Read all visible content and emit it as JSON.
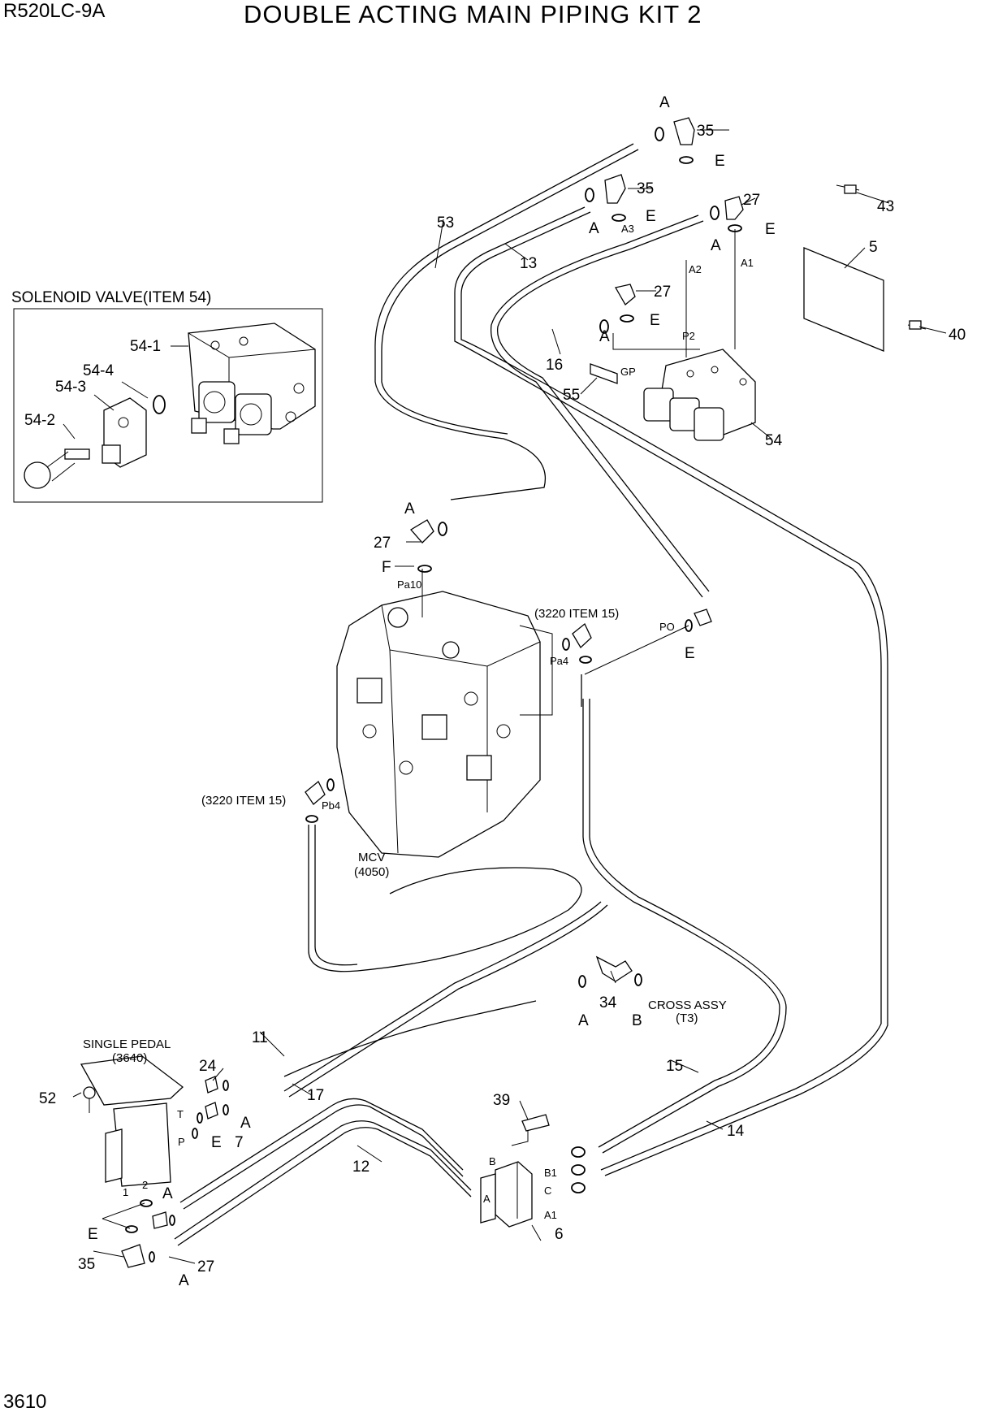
{
  "header": {
    "model": "R520LC-9A",
    "title": "DOUBLE ACTING MAIN PIPING KIT 2"
  },
  "footer": {
    "page_number": "3610"
  },
  "inset": {
    "title": "SOLENOID VALVE(ITEM 54)",
    "callouts": [
      "54-1",
      "54-4",
      "54-3",
      "54-2"
    ]
  },
  "components": {
    "mcv": {
      "name": "MCV",
      "code": "(4050)"
    },
    "single_pedal": {
      "name": "SINGLE PEDAL",
      "code": "(3640)"
    },
    "cross_assy": {
      "name": "CROSS ASSY",
      "code": "(T3)"
    },
    "ref_3220_top": "(3220 ITEM 15)",
    "ref_3220_left": "(3220 ITEM 15)"
  },
  "part_callouts": {
    "p35_top": "35",
    "p35_mid": "35",
    "p35_bot": "35",
    "p27_top": "27",
    "p27_mid": "27",
    "p27_valve": "27",
    "p27_bot": "27",
    "p43": "43",
    "p5": "5",
    "p40": "40",
    "p54": "54",
    "p55": "55",
    "p53": "53",
    "p13": "13",
    "p16": "16",
    "p11": "11",
    "p17": "17",
    "p24": "24",
    "p7": "7",
    "p52": "52",
    "p12": "12",
    "p39": "39",
    "p6": "6",
    "p34": "34",
    "p15": "15",
    "p14": "14"
  },
  "letter_callouts": {
    "A": "A",
    "E": "E",
    "F": "F",
    "B": "B"
  },
  "port_labels": {
    "A3": "A3",
    "A2": "A2",
    "A1": "A1",
    "P2": "P2",
    "GP": "GP",
    "Pa10": "Pa10",
    "Pa4": "Pa4",
    "PO": "PO",
    "Pb4": "Pb4",
    "T": "T",
    "P": "P",
    "one": "1",
    "two": "2",
    "B": "B",
    "Aport": "A",
    "B1": "B1",
    "C": "C",
    "A1b": "A1"
  }
}
